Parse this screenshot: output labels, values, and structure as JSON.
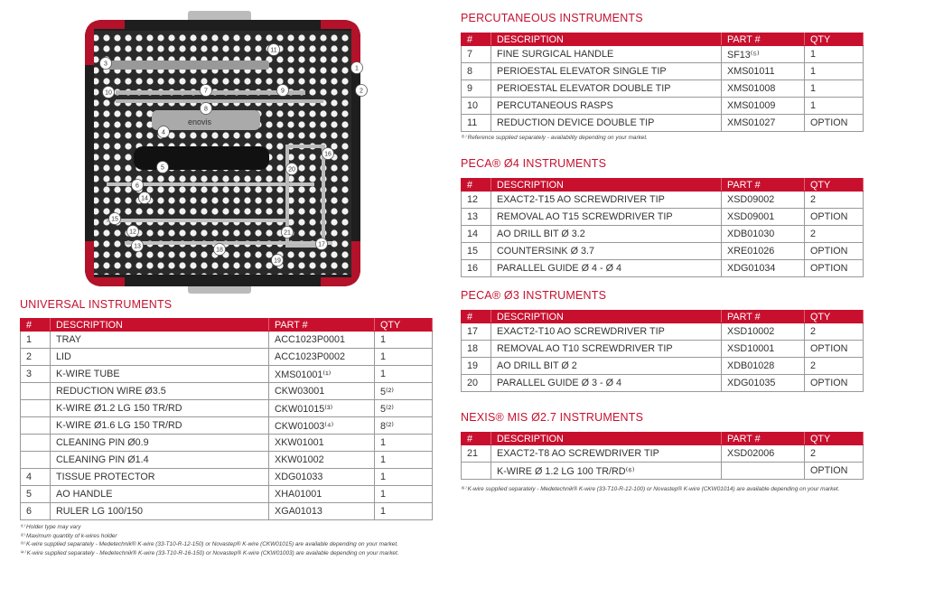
{
  "headers": {
    "num": "#",
    "desc": "DESCRIPTION",
    "part": "PART #",
    "qty": "QTY"
  },
  "tray_callouts": [
    "1",
    "2",
    "3",
    "4",
    "5",
    "6",
    "7",
    "8",
    "9",
    "10",
    "11",
    "12",
    "13",
    "14",
    "15",
    "16",
    "17",
    "18",
    "19",
    "20",
    "21"
  ],
  "tray_logo": "enovis",
  "sections": {
    "universal": {
      "title": "UNIVERSAL INSTRUMENTS",
      "rows": [
        [
          "1",
          "TRAY",
          "ACC1023P0001",
          "1"
        ],
        [
          "2",
          "LID",
          "ACC1023P0002",
          "1"
        ],
        [
          "3",
          "K-WIRE TUBE",
          "XMS01001⁽¹⁾",
          "1"
        ],
        [
          "",
          "REDUCTION WIRE Ø3.5",
          "CKW03001",
          "5⁽²⁾"
        ],
        [
          "",
          "K-WIRE Ø1.2 LG 150 TR/RD",
          "CKW01015⁽³⁾",
          "5⁽²⁾"
        ],
        [
          "",
          "K-WIRE Ø1.6 LG 150 TR/RD",
          "CKW01003⁽⁴⁾",
          "8⁽²⁾"
        ],
        [
          "",
          "CLEANING PIN Ø0.9",
          "XKW01001",
          "1"
        ],
        [
          "",
          "CLEANING PIN Ø1.4",
          "XKW01002",
          "1"
        ],
        [
          "4",
          "TISSUE PROTECTOR",
          "XDG01033",
          "1"
        ],
        [
          "5",
          "AO HANDLE",
          "XHA01001",
          "1"
        ],
        [
          "6",
          "RULER LG 100/150",
          "XGA01013",
          "1"
        ]
      ],
      "footnotes": [
        "⁽¹⁾ Holder type may vary",
        "⁽²⁾ Maximum quantity of k-wires holder",
        "⁽³⁾ K-wire supplied separately - Medetechnik® K-wire (33-T10-R-12-150) or Novastep® K-wire (CKW01015) are available depending on your market.",
        "⁽⁴⁾ K-wire supplied separately - Medetechnik® K-wire (33-T10-R-16-150) or Novastep® K-wire (CKW01003) are available depending on your market."
      ]
    },
    "percutaneous": {
      "title": "PERCUTANEOUS INSTRUMENTS",
      "rows": [
        [
          "7",
          "FINE SURGICAL HANDLE",
          "SF13⁽⁵⁾",
          "1"
        ],
        [
          "8",
          "PERIOESTAL ELEVATOR SINGLE TIP",
          "XMS01011",
          "1"
        ],
        [
          "9",
          "PERIOESTAL ELEVATOR DOUBLE TIP",
          "XMS01008",
          "1"
        ],
        [
          "10",
          "PERCUTANEOUS RASPS",
          "XMS01009",
          "1"
        ],
        [
          "11",
          "REDUCTION DEVICE DOUBLE TIP",
          "XMS01027",
          "OPTION"
        ]
      ],
      "footnotes": [
        "⁽⁵⁾ Reference supplied separately - availability depending on your market."
      ]
    },
    "peca4": {
      "title": "PECA® Ø4 INSTRUMENTS",
      "rows": [
        [
          "12",
          "EXACT2-T15 AO SCREWDRIVER TIP",
          "XSD09002",
          "2"
        ],
        [
          "13",
          "REMOVAL AO T15 SCREWDRIVER TIP",
          "XSD09001",
          "OPTION"
        ],
        [
          "14",
          "AO DRILL BIT Ø 3.2",
          "XDB01030",
          "2"
        ],
        [
          "15",
          "COUNTERSINK Ø 3.7",
          "XRE01026",
          "OPTION"
        ],
        [
          "16",
          "PARALLEL GUIDE Ø 4 - Ø 4",
          "XDG01034",
          "OPTION"
        ]
      ],
      "footnotes": []
    },
    "peca3": {
      "title": "PECA® Ø3 INSTRUMENTS",
      "rows": [
        [
          "17",
          "EXACT2-T10 AO SCREWDRIVER TIP",
          "XSD10002",
          "2"
        ],
        [
          "18",
          "REMOVAL AO T10 SCREWDRIVER TIP",
          "XSD10001",
          "OPTION"
        ],
        [
          "19",
          "AO DRILL BIT Ø 2",
          "XDB01028",
          "2"
        ],
        [
          "20",
          "PARALLEL GUIDE Ø 3 - Ø 4",
          "XDG01035",
          "OPTION"
        ]
      ],
      "footnotes": []
    },
    "nexis": {
      "title": "NEXIS® MIS Ø2.7 INSTRUMENTS",
      "rows": [
        [
          "21",
          "EXACT2-T8 AO SCREWDRIVER TIP",
          "XSD02006",
          "2"
        ],
        [
          "",
          "K-WIRE Ø 1.2 LG 100 TR/RD⁽⁶⁾",
          "",
          "OPTION"
        ]
      ],
      "footnotes": [
        "⁽⁶⁾ K-wire supplied separately - Medetechnik® K-wire (33-T10-R-12-100) or Novastep® K-wire (CKW01014) are available depending on your market."
      ]
    }
  }
}
